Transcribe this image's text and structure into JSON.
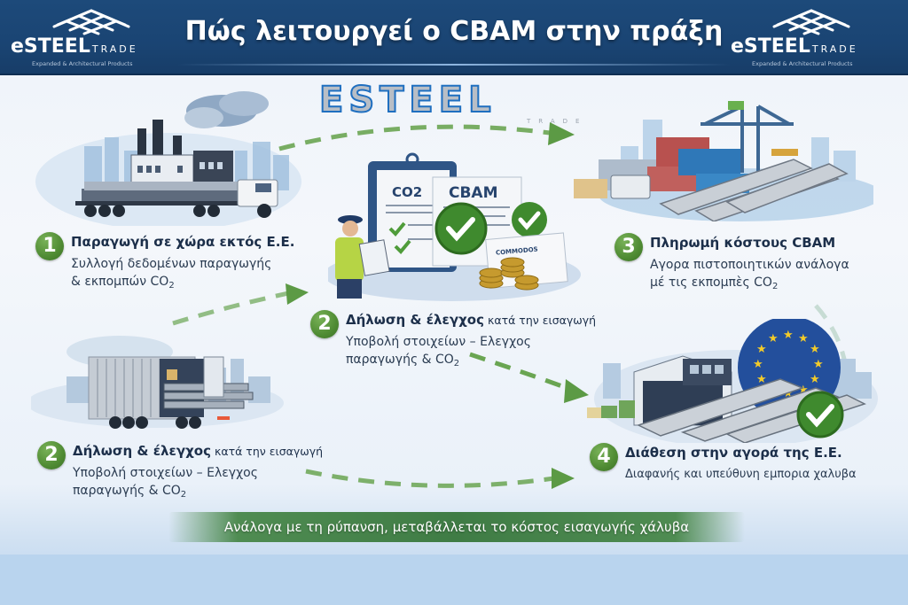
{
  "header": {
    "title": "Πώς λειτουργεί ο CBAM στην πράξη",
    "logo_left": {
      "brand": "eSTEEL",
      "trade": "TRADE",
      "tagline": "Expanded & Architectural Products"
    },
    "logo_right": {
      "brand": "eSTEEL",
      "trade": "TRADE",
      "tagline": "Expanded & Architectural Products"
    },
    "colors": {
      "background": "#1d4a7a",
      "text": "#ffffff"
    }
  },
  "center_logo": {
    "word": "ESTEEL",
    "sub": "TRADE"
  },
  "illustrations": {
    "factory": {
      "icon": "factory-truck-illustration"
    },
    "customs": {
      "icon": "customs-inspection-illustration",
      "doc1": "CO2",
      "doc2": "CBAM",
      "doc3": "COMMODOS"
    },
    "port": {
      "icon": "port-containers-illustration"
    },
    "truck": {
      "icon": "steel-truck-illustration"
    },
    "eu": {
      "icon": "eu-market-illustration"
    }
  },
  "steps": [
    {
      "number": "1",
      "title": "Παραγωγή σε χώρα εκτός Ε.Ε.",
      "line1": "Συλλογή δεδομένων παραγωγής",
      "line2_pre": "& εκπομπών CO",
      "line2_sub": "2"
    },
    {
      "number": "2",
      "title_bold": "Δήλωση & έλεγχος",
      "title_rest": " κατά την εισαγωγή",
      "line1": "Υποβολή στοιχείων  –  Ελεγχος",
      "line2_pre": "παραγωγής & CO",
      "line2_sub": "2"
    },
    {
      "number": "3",
      "title": "Πληρωμή κόστους CBAM",
      "line1": "Αγορα πιστοποιητικών ανάλογα",
      "line2_pre": "μέ τις εκπομπὲς CO",
      "line2_sub": "2"
    },
    {
      "number": "2",
      "title_bold": "Δήλωση & έλεγχος",
      "title_rest": " κατά την εισαγωγή",
      "line1": "Υποβολή στοιχείων  –  Ελεγχος",
      "line2_pre": "παραγωγής & CO",
      "line2_sub": "2"
    },
    {
      "number": "4",
      "title": "Διάθεση στην αγορά της Ε.Ε.",
      "line1": "Διαφανής και υπεύθυνη εμπορια χαλυβα"
    }
  ],
  "banner": {
    "text": "Ανάλογα με τη ρύπανση, μεταβάλλεται το κόστος εισαγωγής χάλυβα",
    "color": "#3f7c45"
  },
  "colors": {
    "accent_green": "#4f8b33",
    "arrow_green": "#5c9a45",
    "navy": "#1d4a7a"
  }
}
